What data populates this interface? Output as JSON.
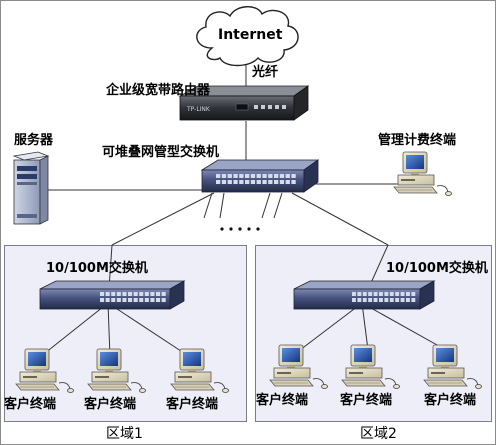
{
  "internet": {
    "label": "Internet"
  },
  "fiber": {
    "label": "光纤"
  },
  "router": {
    "label": "企业级宽带路由器"
  },
  "core_switch": {
    "label": "可堆叠网管型交换机"
  },
  "server": {
    "label": "服务器"
  },
  "billing": {
    "label": "管理计费终端"
  },
  "zone1": {
    "title": "区域1",
    "switch_label": "10/100M交换机",
    "clients": [
      "客户终端",
      "客户终端",
      "客户终端"
    ]
  },
  "zone2": {
    "title": "区域2",
    "switch_label": "10/100M交换机",
    "clients": [
      "客户终端",
      "客户终端",
      "客户终端"
    ]
  },
  "colors": {
    "zone_fill": "#eeeef8",
    "switch_body": "#3d4a72",
    "router_body": "#2f3238",
    "monitor_screen": "#2c55b0",
    "beige": "#e4dcc2"
  }
}
